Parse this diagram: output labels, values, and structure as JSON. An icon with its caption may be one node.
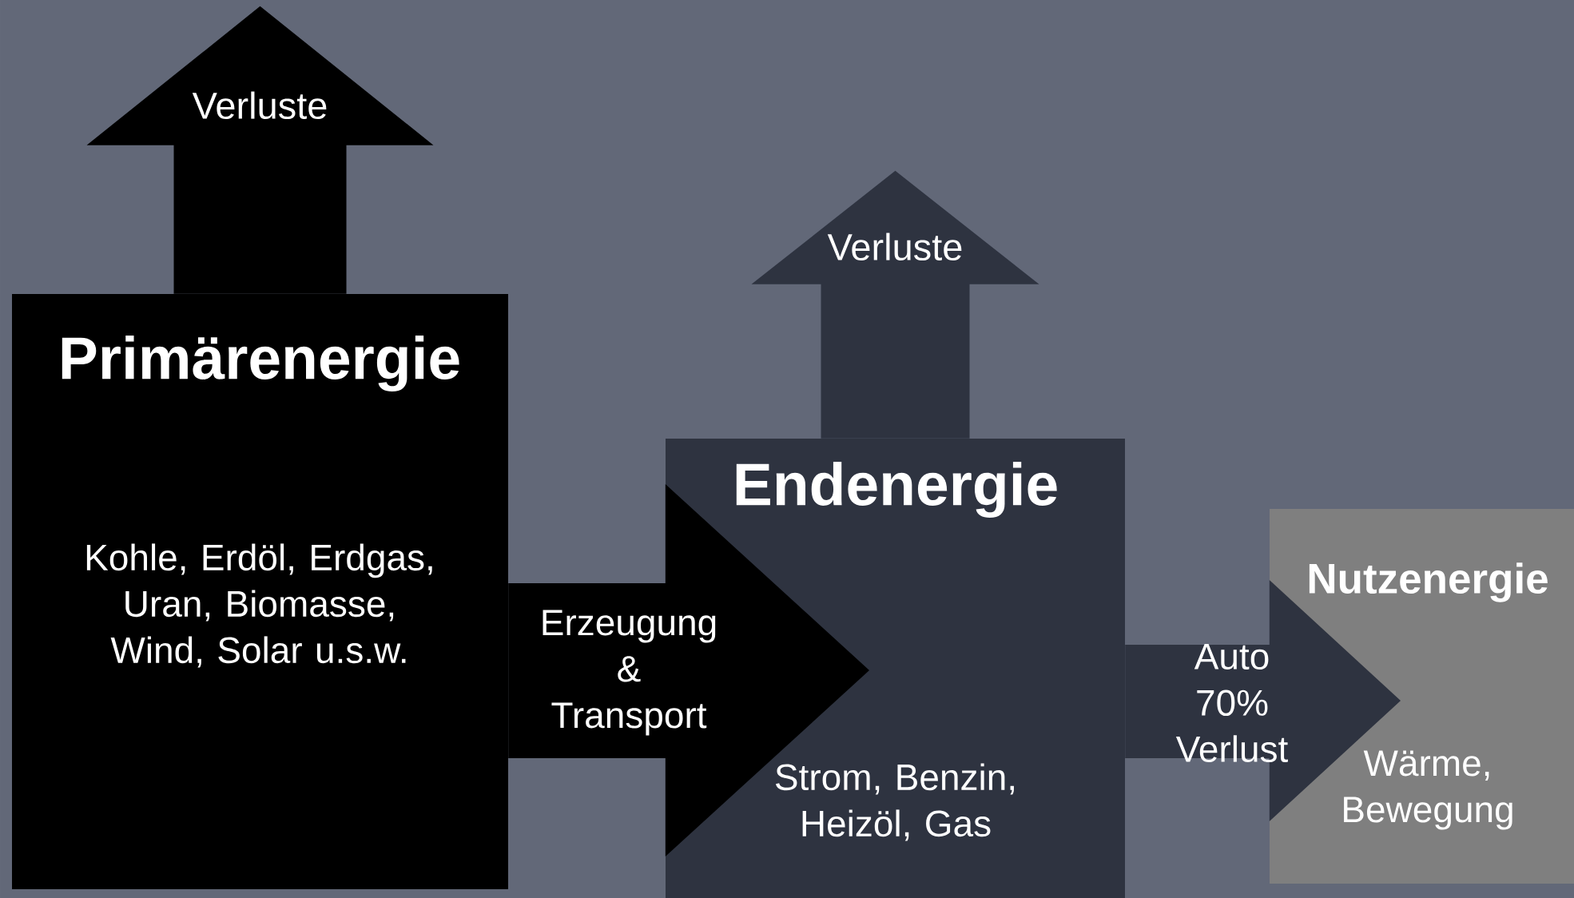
{
  "diagram": {
    "nodes": [
      {
        "text": [
          "Primärenergie",
          "Kohle, Erdöl, Erdgas, Uran, Biomasse, Wind, Solar u.s.w."
        ]
      },
      {
        "text": [
          "Endenergie",
          "Strom, Benzin, Heizöl, Gas"
        ]
      },
      {
        "text": [
          "Nutzenergie",
          "Wärme, Bewegung"
        ]
      }
    ],
    "edges": [
      {
        "from": 0,
        "to": null,
        "arrow": "to",
        "label": "Verluste",
        "color": "#000000"
      },
      {
        "from": 1,
        "to": null,
        "arrow": "to",
        "label": "Verluste",
        "color": "#2e3340"
      },
      {
        "from": 0,
        "to": 1,
        "arrow": "to",
        "label": "Erzeugung & Transport",
        "color": "#000000"
      },
      {
        "from": 1,
        "to": 2,
        "arrow": "to",
        "label": "Auto 70% Verlust",
        "color": "#2e3340"
      }
    ]
  }
}
